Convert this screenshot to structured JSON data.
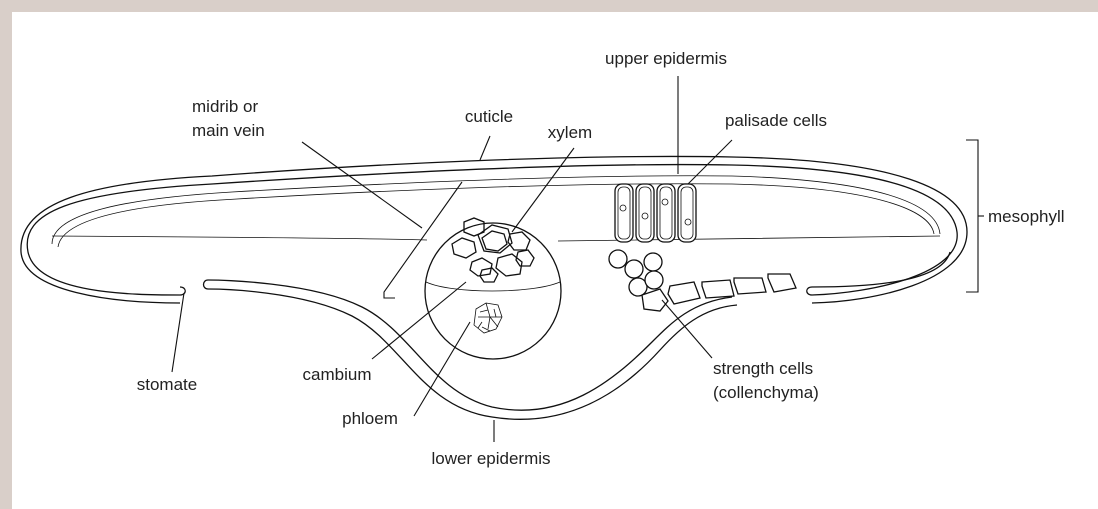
{
  "diagram": {
    "labels": {
      "upper_epidermis": "upper epidermis",
      "midrib_line1": "midrib or",
      "midrib_line2": "main vein",
      "cuticle": "cuticle",
      "xylem": "xylem",
      "palisade_cells": "palisade cells",
      "mesophyll": "mesophyll",
      "stomate": "stomate",
      "cambium": "cambium",
      "phloem": "phloem",
      "strength_cells_line1": "strength cells",
      "strength_cells_line2": "(collenchyma)",
      "lower_epidermis": "lower epidermis"
    }
  }
}
